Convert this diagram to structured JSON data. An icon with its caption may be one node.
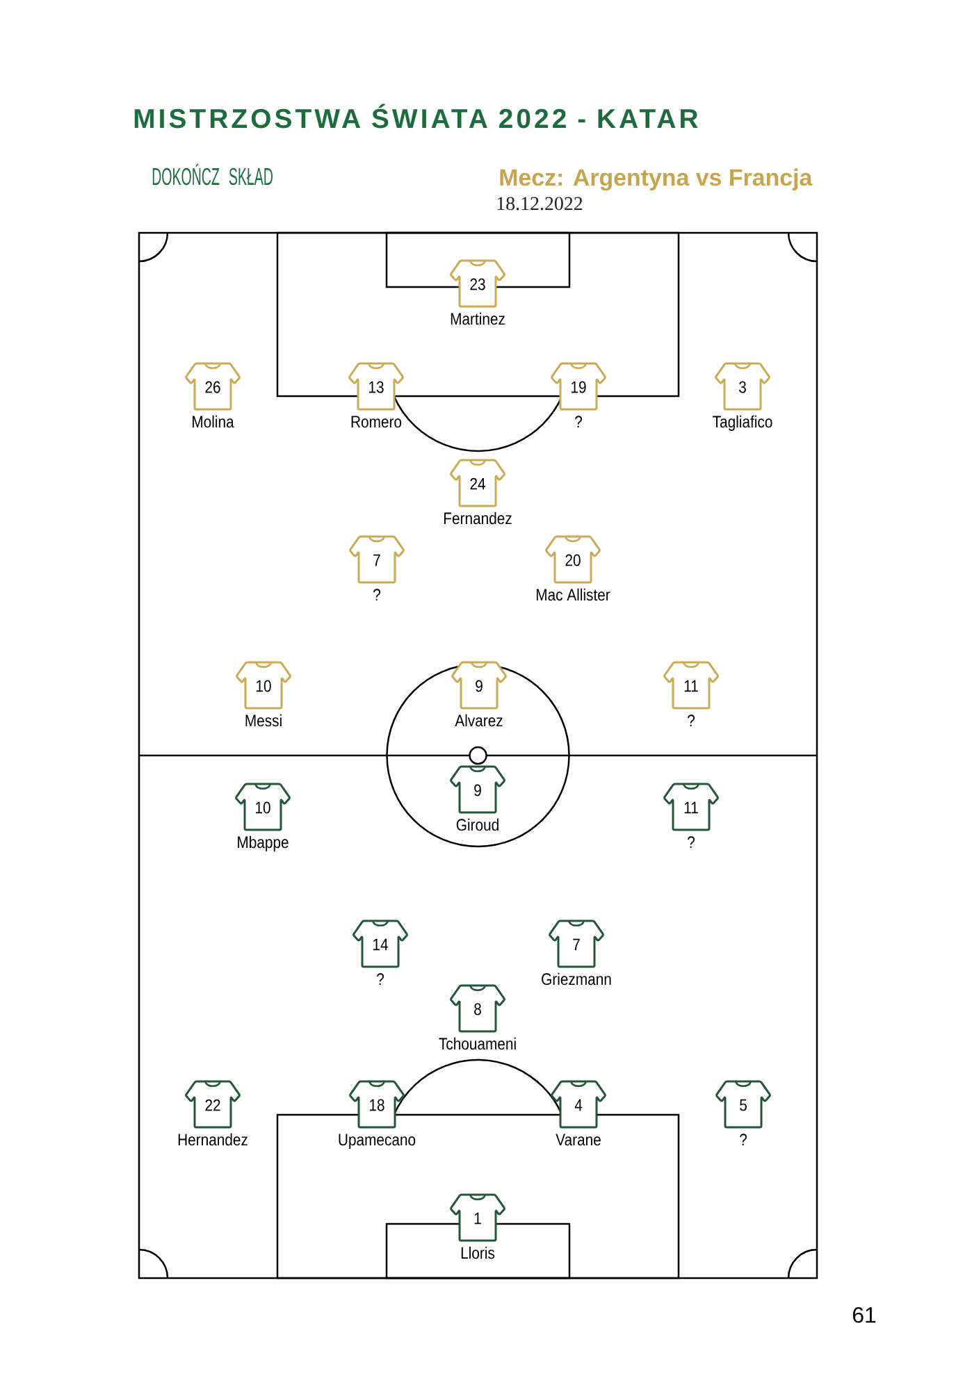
{
  "diagram": {
    "title": "MISTRZOSTWA ŚWIATA 2022 - KATAR",
    "nodes": [
      {
        "text": [
          "23"
        ],
        "beside": [
          "Martinez"
        ]
      },
      {
        "text": [
          "26"
        ],
        "beside": [
          "Molina"
        ]
      },
      {
        "text": [
          "13"
        ],
        "beside": [
          "Romero"
        ]
      },
      {
        "text": [
          "19"
        ],
        "beside": [
          "?"
        ]
      },
      {
        "text": [
          "3"
        ],
        "beside": [
          "Tagliafico"
        ]
      },
      {
        "text": [
          "24"
        ],
        "beside": [
          "Fernandez"
        ]
      },
      {
        "text": [
          "7"
        ],
        "beside": [
          "?"
        ]
      },
      {
        "text": [
          "20"
        ],
        "beside": [
          "Mac Allister"
        ]
      },
      {
        "text": [
          "10"
        ],
        "beside": [
          "Messi"
        ]
      },
      {
        "text": [
          "9"
        ],
        "beside": [
          "Alvarez"
        ]
      },
      {
        "text": [
          "11"
        ],
        "beside": [
          "?"
        ]
      },
      {
        "text": [
          "10"
        ],
        "beside": [
          "Mbappe"
        ]
      },
      {
        "text": [
          "9"
        ],
        "beside": [
          "Giroud"
        ]
      },
      {
        "text": [
          "11"
        ],
        "beside": [
          "?"
        ]
      },
      {
        "text": [
          "14"
        ],
        "beside": [
          "?"
        ]
      },
      {
        "text": [
          "7"
        ],
        "beside": [
          "Griezmann"
        ]
      },
      {
        "text": [
          "8"
        ],
        "beside": [
          "Tchouameni"
        ]
      },
      {
        "text": [
          "22"
        ],
        "beside": [
          "Hernandez"
        ]
      },
      {
        "text": [
          "18"
        ],
        "beside": [
          "Upamecano"
        ]
      },
      {
        "text": [
          "4"
        ],
        "beside": [
          "Varane"
        ]
      },
      {
        "text": [
          "5"
        ],
        "beside": [
          "?"
        ]
      },
      {
        "text": [
          "1"
        ],
        "beside": [
          "Lloris"
        ]
      }
    ],
    "labels": [
      "DOKOŃCZ SKŁAD",
      "Mecz: Argentyna vs Francja",
      "18.12.2022",
      "61"
    ]
  }
}
